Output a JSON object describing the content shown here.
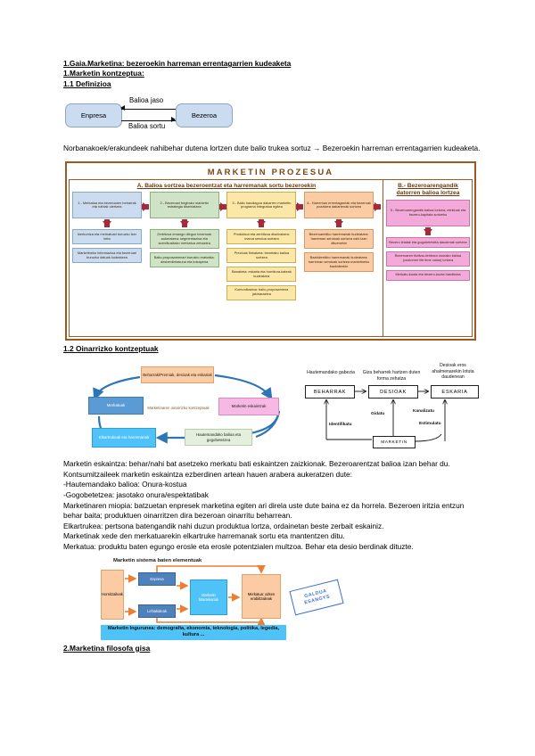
{
  "document": {
    "headings": {
      "title": "1.Gaia.Marketina: bezeroekin harreman errentagarrien kudeaketa",
      "section1": "1.Marketin kontzeptua:",
      "section1_1": "1.1 Definizioa",
      "section1_2": "1.2 Oinarrizko kontzeptuak",
      "section2": "2.Marketina  filosofa gisa"
    },
    "paragraphs": {
      "definition": "Norbanakoek/erakundeek nahibehar dutena lortzen dute balio trukea sortuz → Bezeroekin harreman errentagarrien kudeaketa.",
      "eskaintza": "Marketin eskaintza: behar/nahi bat asetzeko merkatu bati eskaintzen zaizkionak. Bezeroarentzat balioa izan behar du.",
      "kontsumitzaileek": "Kontsumitzaileek marketin eskaintza ezberdinen artean hauen arabera aukeratzen dute:",
      "bullet1": "-Hautemandako balioa: Onura-kostua",
      "bullet2": "-Gogobetetzea: jasotako onura/espektatibak",
      "miopia": "Marketinaren miopia: batzuetan enpresek marketina egiten ari direla uste dute baina ez da horrela. Bezeroen iritzia entzun behar baita; produktuen oinarritzen dira bezeroan oinarritu beharrean.",
      "elkartrukea": "Elkartrukea: pertsona batengandik nahi duzun produktua lortza, ordainetan beste zerbait eskainiz.",
      "marketinak": "Marketinak xede den merkatuarekin elkartruke harremanak sortu eta mantentzen ditu.",
      "merkatua": "Merkatua: produktu baten egungo erosle eta erosle potentzialen multzoa. Behar eta desio berdinak dituzte."
    }
  },
  "diagram_enpresa_bezeroa": {
    "left_box": "Enpresa",
    "right_box": "Bezeroa",
    "label_top": "Balioa jaso",
    "label_bottom": "Balioa sortu"
  },
  "marketin_prozesua": {
    "title": "MARKETIN PROZESUA",
    "section_a": "A.  Balioa sortzea bezeroentzat eta harremanak sortu bezeroekin",
    "section_b": "B.- Bezeroarengandik datorren balioa lortzea",
    "columns": [
      {
        "color": "blue",
        "head": "1.- Merkatua eta bezeroaren beharrak eta nahiak ulertzea",
        "subs": [
          "Ikerkuntza eta merkatuari buruzko iker keta",
          "Marketineko informazioa eta bezeroari buruzko datuak kudeatzea"
        ]
      },
      {
        "color": "green",
        "head": "2.- Bezeroari begirako marketin estrategia diseinatzea",
        "subs": [
          "Zerbitzua emango diegun bezeroak aukeratzea: segmentazioa eta aurreikusitako merkatua zehaztea",
          "Balio-proposamenari buruzko erabakia: desberdintasuna eta kokapena"
        ]
      },
      {
        "color": "yellow",
        "head": "3.- Balio handiagoa dakarren marketin programa integratua egitea",
        "subs": [
          "Produktua eta zerbitzua diseinatzea: marca sendoa sortzea",
          "Prezioak finkatzea: benetako balioa sortzea",
          "Banaketa: eskaria eta hornitura-kateak kudeatzea",
          "Komunikazioa: balio-proposamena jakinaraztea"
        ]
      },
      {
        "color": "orange",
        "head": "4.- Harreman errentagarriak eta bezeroak pozatzea dakartenak sortzea",
        "subs": [
          "Bezeroarekiko harremanak kudeatzea: harreman sendoak sortzea nahi izan dituenekin",
          "Bazkideekiko harremanak kudeatzea: harreman sendoak sortzea marketineko bazkideekin"
        ]
      }
    ],
    "column_b": {
      "color": "pink",
      "head": "5.- Bezeroarengandik balioa lortzea, etekinak eta bezero-kapitala sortzeko",
      "subs": [
        "Bezero leialak eta gogobetetzita daudenak sortzea",
        "Bezeroaren bizitza-denbora osorako balioa (customer life time value) lortzea",
        "Merkatu-kuota eta bezero-kuota handitzea"
      ]
    }
  },
  "oinarrizko_kontzeptuak": {
    "circle": {
      "center": "Marketinaren oinarrizko kontzeptuak",
      "top": "Beharrak/Premiak, desioak eta eskariak",
      "left": "Merkatuak",
      "right": "Marketin eskaintzak",
      "bottom_left": "Elkartrukeak eta harremanak",
      "bottom_right": "Hautemandako balioa eta gogobetetzea"
    },
    "flow": {
      "caption1": "Hautemandako gabezia",
      "caption2": "Giza beharrek hartzen duten forma zehatza",
      "caption3": "Desioak eros ahalmenarekin lotuta daudenean",
      "box1": "BEHARRAK",
      "box2": "DESIOAK",
      "box3": "ESKARIA",
      "source": "MARKETIN",
      "edge1": "Identifikatu",
      "edge2": "Gidatu",
      "edge3": "Kanalizatu",
      "edge4": "Estimulatu"
    }
  },
  "marketin_sistema": {
    "title": "Marketin sistema baten elementuak",
    "boxes": {
      "hornitzaileak": "Hornitzaileak",
      "enpresa": "Enpresa",
      "lehiakideak": "Lehiakideak",
      "bitartekariak": "Marketin bitartekariak",
      "erabiltzaileak": "Merkatua: azken erabiltzaileak"
    },
    "stamp": "GALDUA ESANGYS",
    "environment": "Marketin Ingurunea: demografia, ekonomia, teknologia, politika, legedia, kultura ..."
  },
  "colors": {
    "frame": "#9b5a22",
    "arrow": "#a52a3c",
    "blue": "#ccdcf0",
    "green": "#cfe3c6",
    "yellow": "#fbe8a8",
    "orange": "#fbcba3",
    "pink": "#f3aada",
    "cyan": "#4fc3f7",
    "stamp": "#3b6fd4"
  }
}
